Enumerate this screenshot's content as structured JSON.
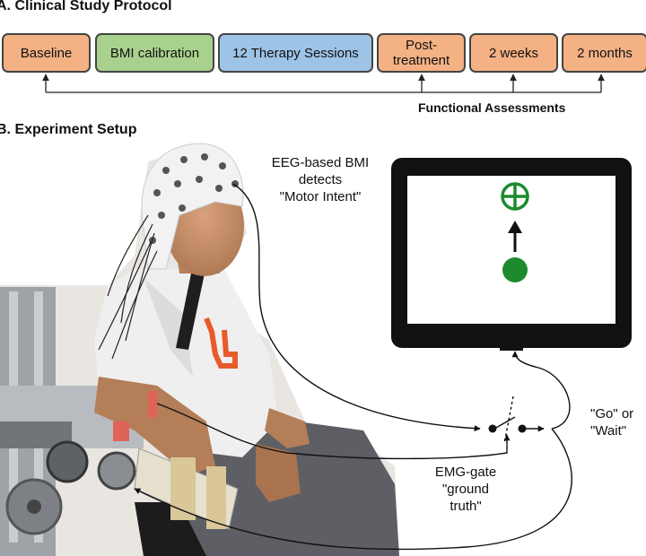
{
  "section_a": {
    "title": "A. Clinical Study Protocol",
    "steps": [
      {
        "label": "Baseline"
      },
      {
        "label": "BMI calibration"
      },
      {
        "label": "12 Therapy Sessions"
      },
      {
        "label": "Post-\ntreatment"
      },
      {
        "label": "2 weeks"
      },
      {
        "label": "2 months"
      }
    ],
    "assessments_label": "Functional Assessments"
  },
  "section_b": {
    "title": "B. Experiment Setup",
    "eeg_label": "EEG-based BMI\ndetects\n\"Motor Intent\"",
    "emg_label": "EMG-gate\n\"ground\ntruth\"",
    "output_label": "\"Go\" or\n\"Wait\""
  },
  "colors": {
    "orange": "#f4b184",
    "green": "#a9d18e",
    "blue": "#9dc3e6",
    "target": "#1e8a2e"
  },
  "icons": [
    "target-plus-icon",
    "cursor-dot-icon",
    "up-arrow-icon"
  ]
}
